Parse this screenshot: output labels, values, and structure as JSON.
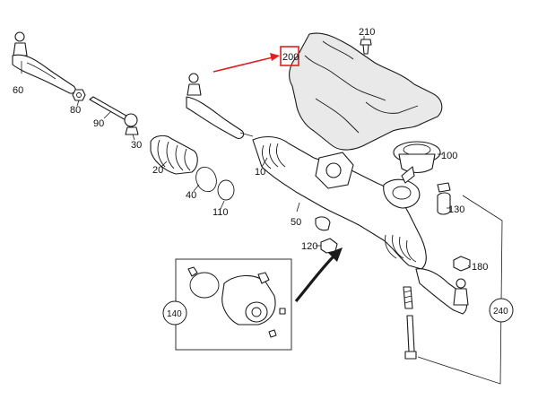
{
  "diagram": {
    "labels": {
      "p10": "10",
      "p20": "20",
      "p30": "30",
      "p40": "40",
      "p50": "50",
      "p60": "60",
      "p80": "80",
      "p90": "90",
      "p100": "100",
      "p110": "110",
      "p120": "120",
      "p130": "130",
      "p140": "140",
      "p180": "180",
      "p200": "200",
      "p210": "210",
      "p240": "240"
    },
    "colors": {
      "highlight": "#e02020",
      "line": "#1a1a1a",
      "background": "#ffffff"
    },
    "highlighted_part": "200",
    "icons": [
      "pointer-arrow-icon",
      "curved-arrow-icon"
    ]
  }
}
